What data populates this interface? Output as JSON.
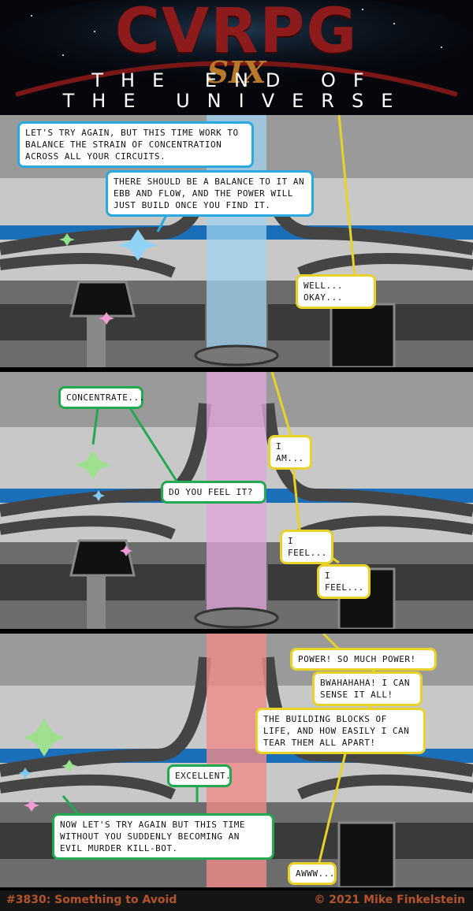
{
  "header": {
    "logo_text": "CVRPG",
    "logo_sub": "SIX",
    "tagline_line1": "THE END OF",
    "tagline_line2": "THE UNIVERSE"
  },
  "panels": [
    {
      "bubbles": [
        {
          "text": "LET'S TRY AGAIN, BUT THIS TIME WORK TO BALANCE THE STRAIN OF CONCENTRATION ACROSS ALL YOUR CIRCUITS.",
          "speaker": "blue"
        },
        {
          "text": "THERE SHOULD BE A BALANCE TO IT AN EBB AND FLOW, AND THE POWER WILL JUST BUILD ONCE YOU FIND IT.",
          "speaker": "blue"
        },
        {
          "text": "WELL... OKAY...",
          "speaker": "yellow"
        }
      ]
    },
    {
      "bubbles": [
        {
          "text": "CONCENTRATE...",
          "speaker": "green"
        },
        {
          "text": "DO YOU FEEL IT?",
          "speaker": "green"
        },
        {
          "text": "I AM...",
          "speaker": "yellow"
        },
        {
          "text": "I FEEL...",
          "speaker": "yellow"
        },
        {
          "text": "I FEEL...",
          "speaker": "yellow"
        }
      ]
    },
    {
      "bubbles": [
        {
          "text": "POWER! SO MUCH POWER!",
          "speaker": "yellow"
        },
        {
          "text": "BWAHAHAHA! I CAN SENSE IT ALL!",
          "speaker": "yellow"
        },
        {
          "text": "THE BUILDING BLOCKS OF LIFE, AND HOW EASILY I CAN TEAR THEM ALL APART!",
          "speaker": "yellow"
        },
        {
          "text": "EXCELLENT.",
          "speaker": "green"
        },
        {
          "text": "NOW LET'S TRY AGAIN BUT THIS TIME WITHOUT YOU SUDDENLY BECOMING AN EVIL MURDER KILL-BOT.",
          "speaker": "green"
        },
        {
          "text": "AWWW...",
          "speaker": "yellow"
        }
      ]
    }
  ],
  "footer": {
    "comic_number_title": "#3830: Something to Avoid",
    "copyright": "© 2021 Mike Finkelstein"
  },
  "colors": {
    "blue_speaker": "#2aa8e0",
    "green_speaker": "#22a851",
    "yellow_speaker": "#e8d22a",
    "beam_panel1": "#9fd3f0",
    "beam_panel2": "#e2a6dc",
    "beam_panel3": "#f08a8a",
    "footer_text": "#b5532a",
    "logo": "#8e1b1b"
  }
}
